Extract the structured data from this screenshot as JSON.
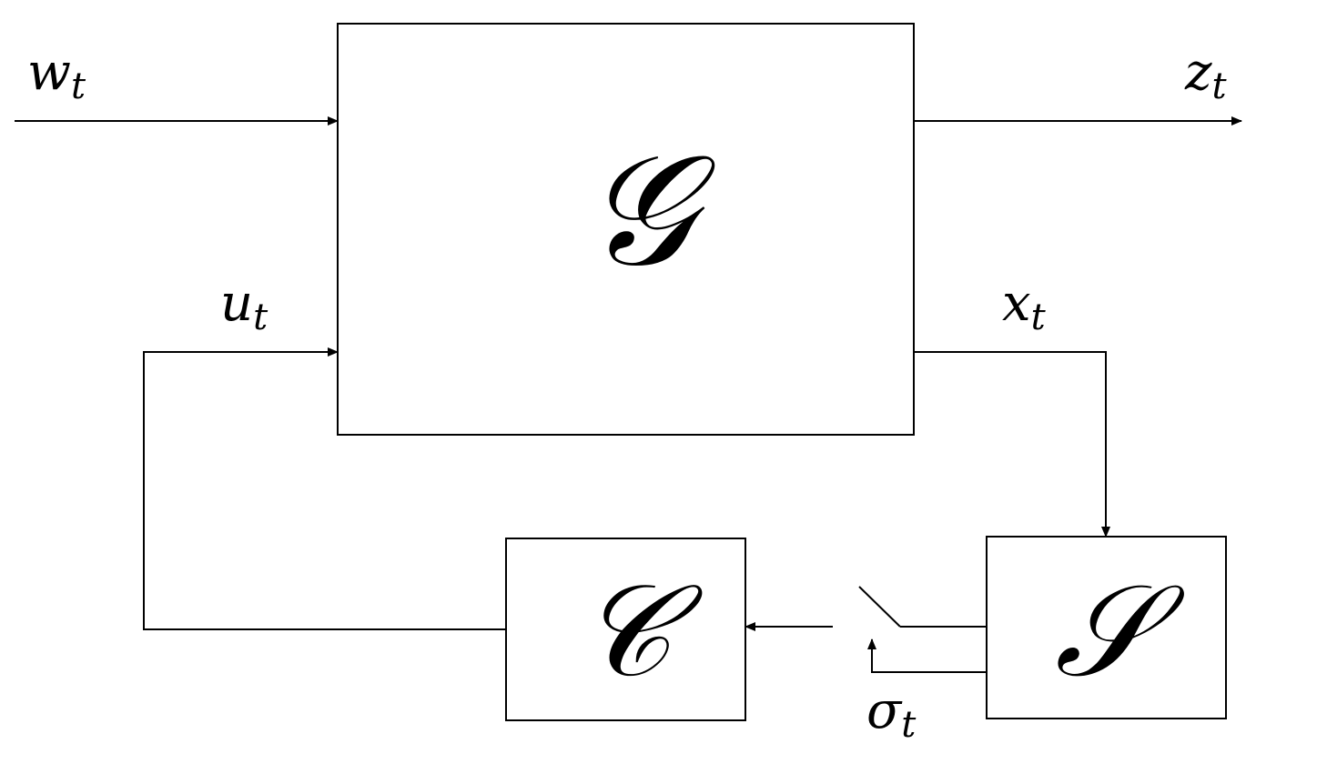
{
  "diagram": {
    "type": "feedback control block diagram",
    "blocks": {
      "plant": "𝒢",
      "controller": "𝒞",
      "scheduler": "𝒮"
    },
    "signals": {
      "disturbance": {
        "base": "w",
        "subscript": "t"
      },
      "performance_output": {
        "base": "z",
        "subscript": "t"
      },
      "control_input": {
        "base": "u",
        "subscript": "t"
      },
      "state": {
        "base": "x",
        "subscript": "t"
      },
      "schedule": {
        "base": "σ",
        "subscript": "t"
      }
    },
    "colors": {
      "stroke": "#000000",
      "background": "#ffffff"
    }
  }
}
